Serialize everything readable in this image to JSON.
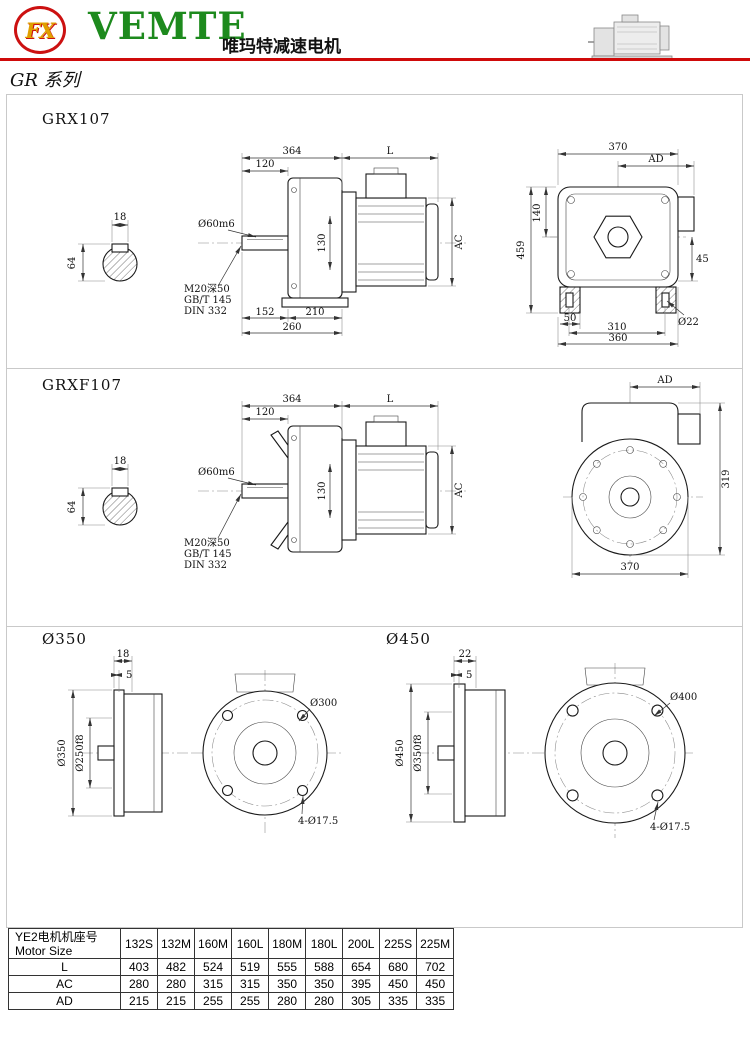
{
  "header": {
    "logo_text": "FX",
    "brand": "VEMTE",
    "tagline": "唯玛特减速电机",
    "series_label": "GR 系列"
  },
  "grx107": {
    "title": "GRX107",
    "key": {
      "width": "18",
      "height": "64"
    },
    "side": {
      "len_gearbox": "364",
      "len_motor": "L",
      "dim_120": "120",
      "shaft_dia": "Ø60m6",
      "dim_130": "130",
      "dim_ac": "AC",
      "dim_152": "152",
      "dim_210": "210",
      "dim_260": "260",
      "tap_note_line1": "M20深50",
      "tap_note_line2": "GB/T 145",
      "tap_note_line3": "DIN 332"
    },
    "rear": {
      "width_370": "370",
      "dim_ad": "AD",
      "height_459": "459",
      "dim_140": "140",
      "dim_45": "45",
      "dim_50": "50",
      "dim_310": "310",
      "dim_360": "360",
      "hole_dia": "Ø22"
    }
  },
  "grxf107": {
    "title": "GRXF107",
    "key": {
      "width": "18",
      "height": "64"
    },
    "side": {
      "len_gearbox": "364",
      "len_motor": "L",
      "dim_120": "120",
      "shaft_dia": "Ø60m6",
      "dim_130": "130",
      "dim_ac": "AC",
      "tap_note_line1": "M20深50",
      "tap_note_line2": "GB/T 145",
      "tap_note_line3": "DIN 332"
    },
    "rear": {
      "dim_ad": "AD",
      "height_319": "319",
      "width_370": "370"
    }
  },
  "flange_350": {
    "title": "Ø350",
    "dim_18": "18",
    "dim_5": "5",
    "flange_od": "Ø350",
    "spigot_dia": "Ø250f8",
    "bolt_circle": "Ø300",
    "holes_note": "4-Ø17.5"
  },
  "flange_450": {
    "title": "Ø450",
    "dim_22": "22",
    "dim_5": "5",
    "flange_od": "Ø450",
    "spigot_dia": "Ø350f8",
    "bolt_circle": "Ø400",
    "holes_note": "4-Ø17.5"
  },
  "table": {
    "header_cn": "YE2电机机座号",
    "header_en": "Motor Size",
    "columns": [
      "132S",
      "132M",
      "160M",
      "160L",
      "180M",
      "180L",
      "200L",
      "225S",
      "225M"
    ],
    "rows": [
      {
        "label": "L",
        "values": [
          "403",
          "482",
          "524",
          "519",
          "555",
          "588",
          "654",
          "680",
          "702"
        ]
      },
      {
        "label": "AC",
        "values": [
          "280",
          "280",
          "315",
          "315",
          "350",
          "350",
          "395",
          "450",
          "450"
        ]
      },
      {
        "label": "AD",
        "values": [
          "215",
          "215",
          "255",
          "255",
          "280",
          "280",
          "305",
          "335",
          "335"
        ]
      }
    ]
  },
  "colors": {
    "accent_red": "#cc1111",
    "brand_green": "#1d8a1d"
  }
}
